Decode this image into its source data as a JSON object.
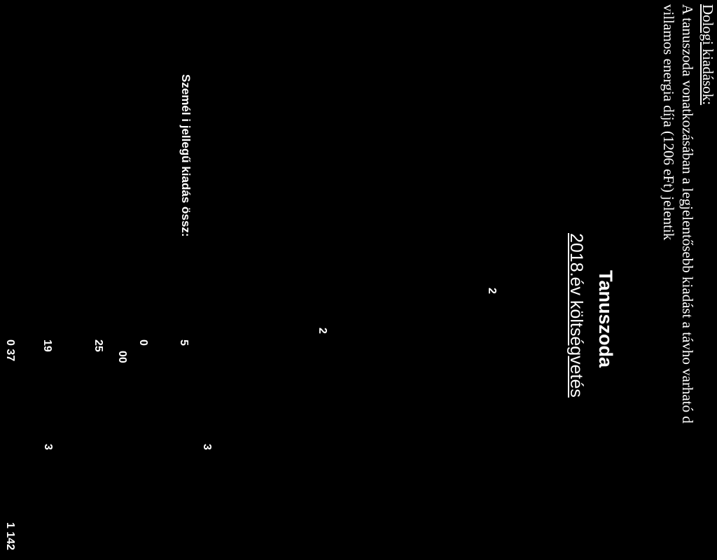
{
  "heading": "Dologi kiadások:",
  "paragraph": {
    "line1": "A tanuszoda vonatkozásában a legjelentősebb kiadást a távho varható d",
    "line2": "villamos energia díja (1206 eFt) jelentik"
  },
  "budget": {
    "title": "Tanuszoda",
    "subtitle": "2018.év költségvetés"
  },
  "row_label": "Személ i jellegű kiadás össz:",
  "fragments": {
    "f1": "2",
    "f2": "2",
    "f3": "5",
    "f4": "0",
    "f5": "00",
    "f6": "25",
    "f7": "19",
    "f8": "0 37",
    "f9": "3",
    "f10": "3",
    "f11": "1 142"
  }
}
